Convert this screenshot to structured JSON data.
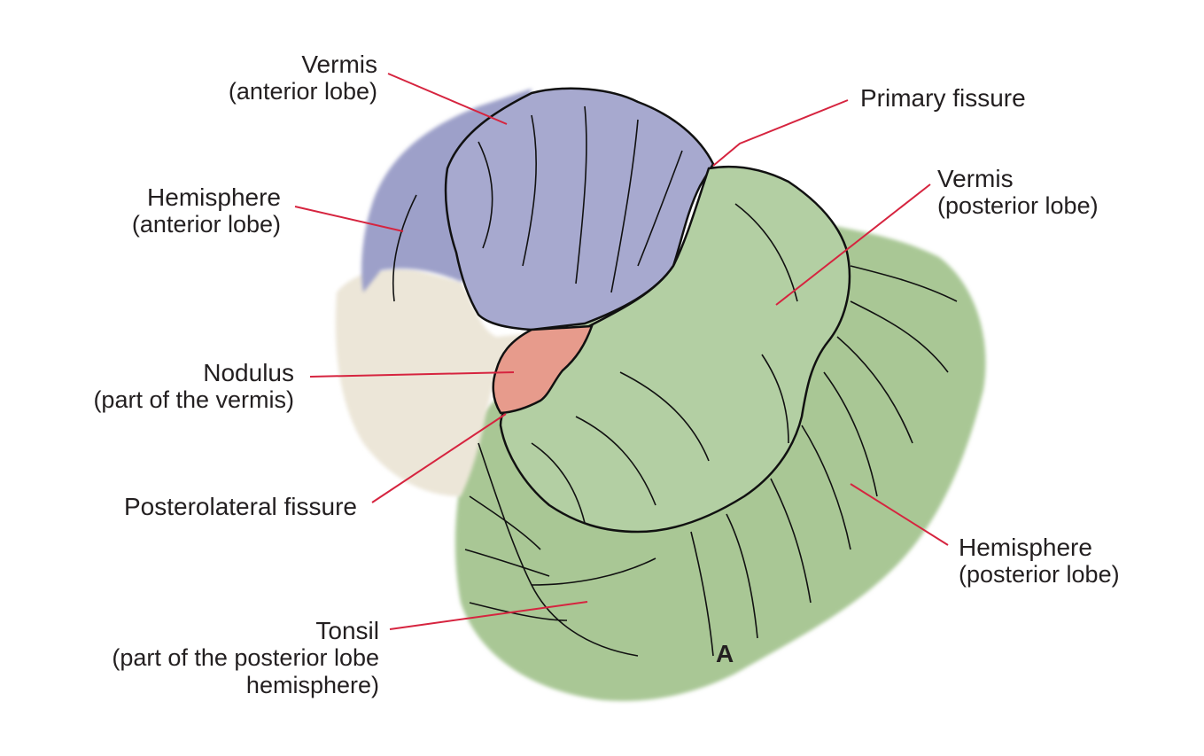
{
  "figure": {
    "panel_letter": "A",
    "colors": {
      "anterior_lobe": "#a7a9cf",
      "anterior_hemisphere": "#9da0c9",
      "posterior_lobe": "#b3cfa3",
      "posterior_hemisphere": "#a9c795",
      "nodulus": "#e79b8c",
      "brainstem": "#ece6d8",
      "leader_line": "#d6243f",
      "outline": "#111111"
    },
    "labels": [
      {
        "id": "vermis-anterior",
        "title": "Vermis",
        "sub": [
          "(anterior lobe)"
        ]
      },
      {
        "id": "hemisphere-anterior",
        "title": "Hemisphere",
        "sub": [
          "(anterior lobe)"
        ]
      },
      {
        "id": "primary-fissure",
        "title": "Primary fissure",
        "sub": []
      },
      {
        "id": "vermis-posterior",
        "title": "Vermis",
        "sub": [
          "(posterior lobe)"
        ]
      },
      {
        "id": "nodulus",
        "title": "Nodulus",
        "sub": [
          "(part of the vermis)"
        ]
      },
      {
        "id": "posterolateral-fissure",
        "title": "Posterolateral fissure",
        "sub": []
      },
      {
        "id": "hemisphere-posterior",
        "title": "Hemisphere",
        "sub": [
          "(posterior lobe)"
        ]
      },
      {
        "id": "tonsil",
        "title": "Tonsil",
        "sub": [
          "(part of the posterior lobe",
          "hemisphere)"
        ]
      }
    ]
  }
}
